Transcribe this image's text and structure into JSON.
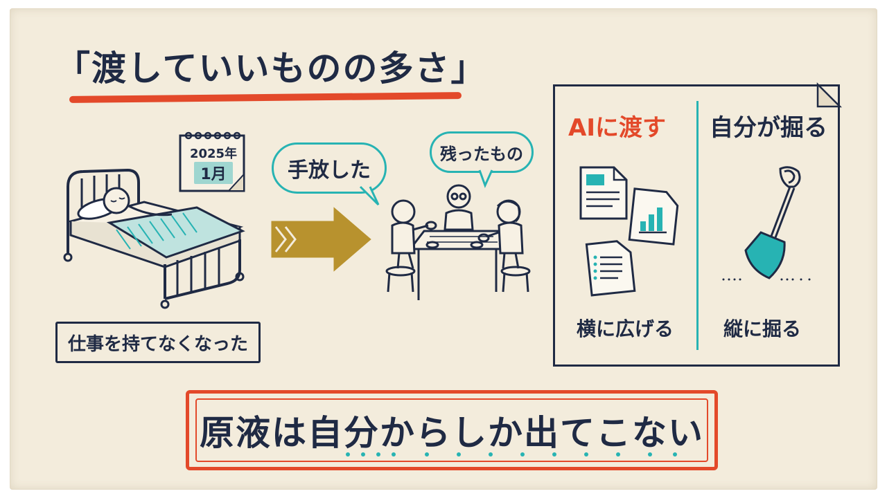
{
  "title": "「渡していいものの多さ」",
  "calendar": {
    "year": "2025年",
    "month": "1月"
  },
  "illness_label": "仕事を持てなくなった",
  "bubbles": {
    "let_go": "手放した",
    "remained": "残ったもの"
  },
  "panel": {
    "left_heading": "AIに渡す",
    "right_heading": "自分が掘る",
    "left_footer": "横に広げる",
    "right_footer": "縦に掘る"
  },
  "conclusion": "原液は自分からしか出てこない",
  "colors": {
    "ink": "#1f2a44",
    "accent_red": "#e3492a",
    "accent_teal": "#27b3b3",
    "gold": "#b8922e",
    "paper": "#f3ecdc"
  },
  "icons": [
    "bed-icon",
    "sleeping-person-icon",
    "calendar-icon",
    "arrow-right-icon",
    "family-table-icon",
    "document-icon",
    "chart-document-icon",
    "shovel-icon"
  ]
}
